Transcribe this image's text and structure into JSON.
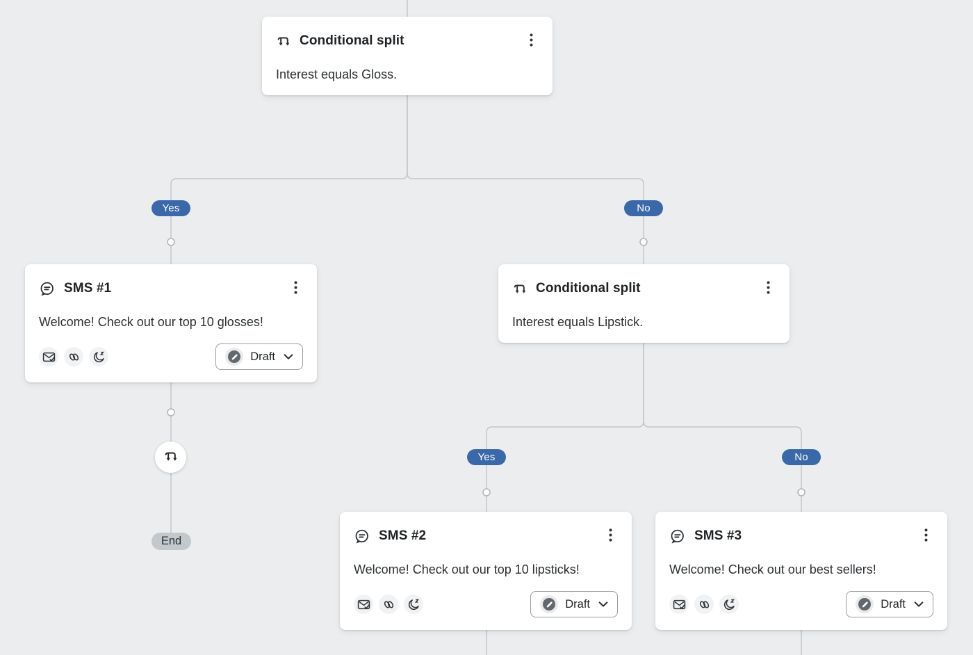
{
  "nodes": {
    "split1": {
      "title": "Conditional split",
      "condition": "Interest equals Gloss."
    },
    "sms1": {
      "title": "SMS #1",
      "message": "Welcome! Check out our top 10 glosses!",
      "status": "Draft"
    },
    "split2": {
      "title": "Conditional split",
      "condition": "Interest equals Lipstick."
    },
    "sms2": {
      "title": "SMS #2",
      "message": "Welcome! Check out our top 10 lipsticks!",
      "status": "Draft"
    },
    "sms3": {
      "title": "SMS #3",
      "message": "Welcome! Check out our best sellers!",
      "status": "Draft"
    }
  },
  "badges": {
    "yes": "Yes",
    "no": "No",
    "end": "End"
  },
  "icons": {
    "conditional_split": "conditional-split-icon",
    "sms": "sms-message-icon",
    "menu": "kebab-menu-icon",
    "footer": [
      "smart-sending-icon",
      "utm-tracking-icon",
      "quiet-hours-icon"
    ],
    "status": "draft-pencil-icon",
    "chevron": "chevron-down-icon"
  },
  "colors": {
    "canvas_bg": "#ebedee",
    "card_bg": "#ffffff",
    "connector": "#c3c7cb",
    "dot_border": "#aeb4ba",
    "branch_badge": "#3a68a8",
    "badge_text": "#ffffff",
    "end_badge": "#c3c8cd",
    "end_text": "#2d3134",
    "title_text": "#1f2326",
    "body_text": "#2c3033",
    "icon_color": "#2e3236",
    "button_border": "#969da4",
    "status_circle": "#62686d"
  }
}
